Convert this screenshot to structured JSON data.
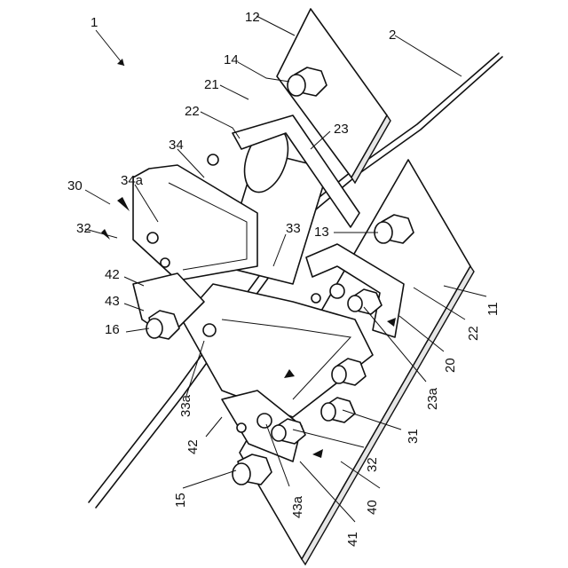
{
  "figure": {
    "labels": {
      "l1": "1",
      "l2": "2",
      "l11": "11",
      "l12": "12",
      "l13": "13",
      "l14": "14",
      "l15": "15",
      "l16": "16",
      "l20": "20",
      "l21": "21",
      "l22a": "22",
      "l22b": "22",
      "l23": "23",
      "l23a": "23a",
      "l30": "30",
      "l31": "31",
      "l32a": "32",
      "l32b": "32",
      "l33": "33",
      "l33a": "33a",
      "l34": "34",
      "l34a": "34a",
      "l40": "40",
      "l41": "41",
      "l42a": "42",
      "l42b": "42",
      "l43": "43",
      "l43a": "43a"
    }
  }
}
